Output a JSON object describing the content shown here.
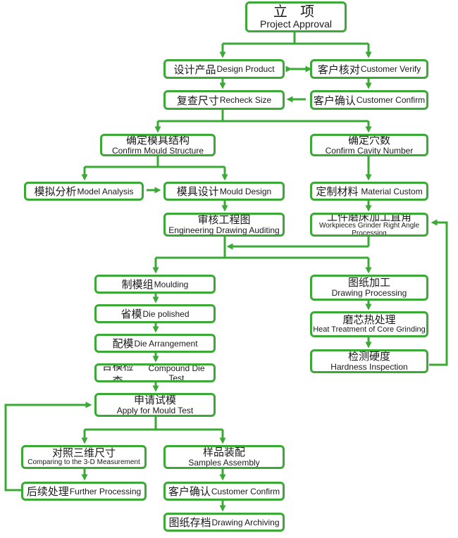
{
  "colors": {
    "line": "#3aa935",
    "border": "#3aa935",
    "text": "#1a1a1a"
  },
  "nodes": {
    "project_approval": {
      "cn": "立 项",
      "en": "Project Approval"
    },
    "design_product": {
      "cn": "设计产品",
      "en": "Design Product"
    },
    "customer_verify": {
      "cn": "客户核对",
      "en": "Customer Verify"
    },
    "recheck_size": {
      "cn": "复查尺寸",
      "en": "Recheck Size"
    },
    "customer_confirm_top": {
      "cn": "客户确认",
      "en": "Customer Confirm"
    },
    "confirm_mould_structure": {
      "cn": "确定模具结构",
      "en": "Confirm Mould Structure"
    },
    "confirm_cavity_number": {
      "cn": "确定穴数",
      "en": "Confirm Cavity Number"
    },
    "model_analysis": {
      "cn": "模拟分析",
      "en": "Model Analysis"
    },
    "mould_design": {
      "cn": "模具设计",
      "en": "Mould Design"
    },
    "material_custom": {
      "cn": "定制材料",
      "en": "Material Custom"
    },
    "engineering_drawing_auditing": {
      "cn": "审核工程图",
      "en": "Engineering Drawing Auditing"
    },
    "workpieces_grinder": {
      "cn": "工件磨床加工直角",
      "en": "Workpieces Grinder Right Angle Processing"
    },
    "moulding": {
      "cn": "制模组",
      "en": "Moulding"
    },
    "drawing_processing": {
      "cn": "图纸加工",
      "en": "Drawing Processing"
    },
    "die_polished": {
      "cn": "省模",
      "en": "Die polished"
    },
    "heat_treatment": {
      "cn": "磨芯热处理",
      "en": "Heat Treatment of Core Grinding"
    },
    "die_arrangement": {
      "cn": "配模",
      "en": "Die Arrangement"
    },
    "hardness_inspection": {
      "cn": "检测硬度",
      "en": "Hardness Inspection"
    },
    "compound_die_test": {
      "cn": "合模检查",
      "en": "Compound Die Test"
    },
    "apply_mould_test": {
      "cn": "申请试模",
      "en": "Apply for Mould Test"
    },
    "comparing_3d": {
      "cn": "对照三维尺寸",
      "en": "Comparing to the 3-D Measurement"
    },
    "samples_assembly": {
      "cn": "样品装配",
      "en": "Samples Assembly"
    },
    "further_processing": {
      "cn": "后续处理",
      "en": "Further Processing"
    },
    "customer_confirm_bottom": {
      "cn": "客户确认",
      "en": "Customer Confirm"
    },
    "drawing_archiving": {
      "cn": "图纸存档",
      "en": "Drawing Archiving"
    }
  }
}
